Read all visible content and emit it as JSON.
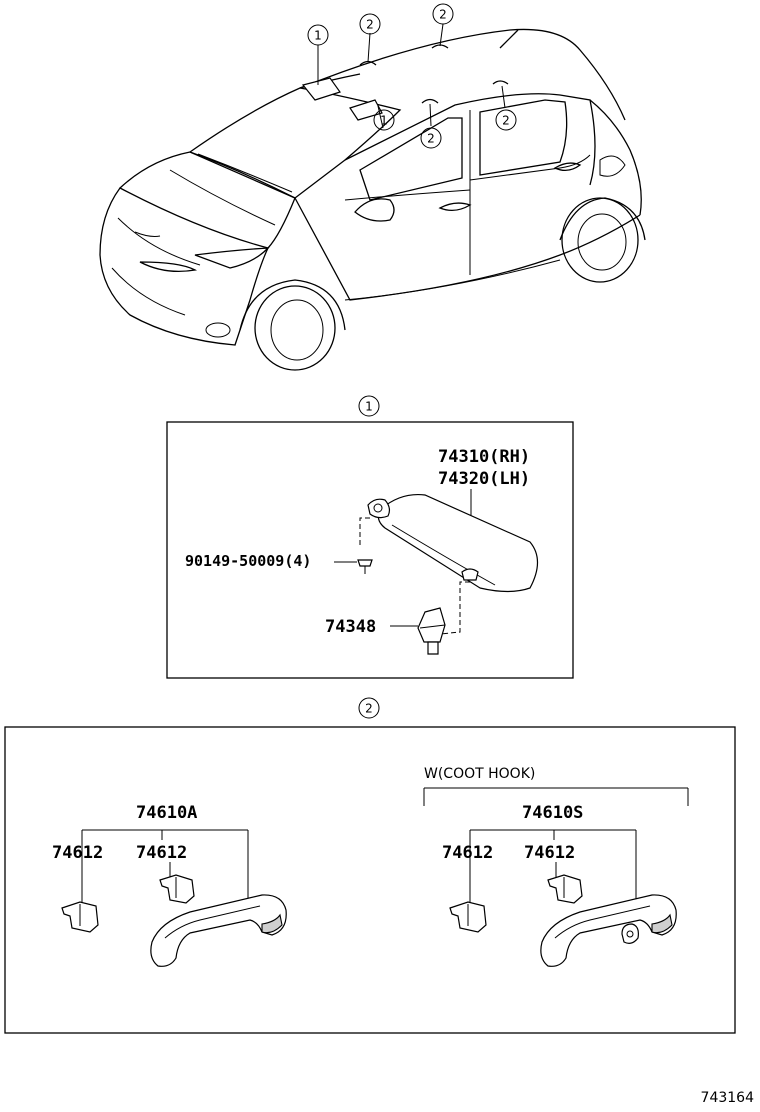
{
  "callouts": {
    "sun_visor_marker": "1",
    "assist_grip_marker": "2"
  },
  "sun_visor_box": {
    "visor_rh": "74310(RH)",
    "visor_lh": "74320(LH)",
    "screw": "90149-50009(4)",
    "holder": "74348"
  },
  "assist_grip_box": {
    "grip_std": "74610A",
    "grip_std_cover_left": "74612",
    "grip_std_cover_right": "74612",
    "coat_hook_note": "W(COOT HOOK)",
    "grip_hook": "74610S",
    "grip_hook_cover_left": "74612",
    "grip_hook_cover_right": "74612"
  },
  "figure_id": "743164"
}
